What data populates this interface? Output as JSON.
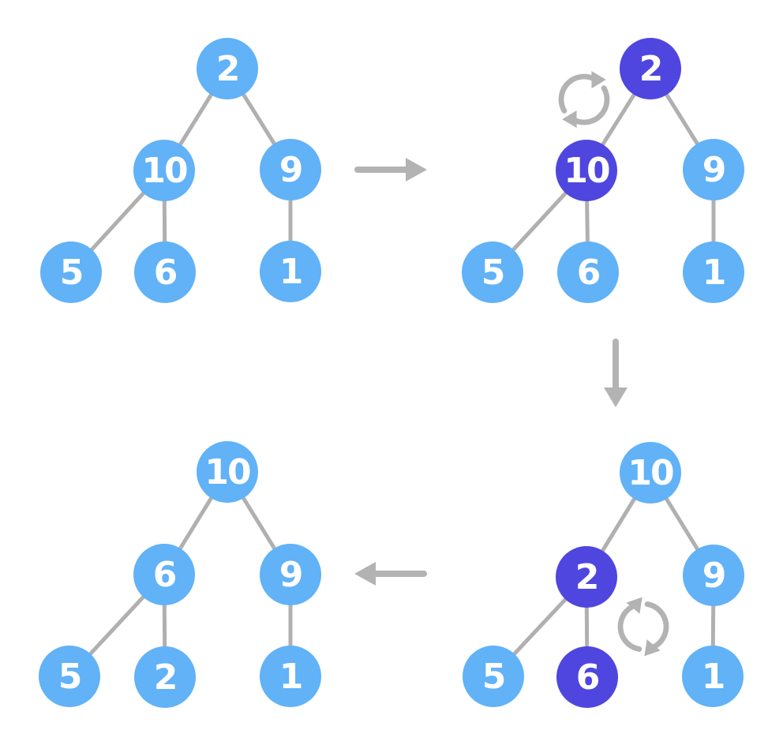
{
  "title": "Heapify swap steps diagram",
  "colors": {
    "background": "#ffffff",
    "node_normal": "#61b2f7",
    "node_highlight": "#4f46e0",
    "node_text": "#ffffff",
    "edge": "#b0b0b0",
    "arrow": "#b3b3b3"
  },
  "icons": {
    "swap": "cycle-swap-icon",
    "flow_right": "arrow-right-icon",
    "flow_down": "arrow-down-icon",
    "flow_left": "arrow-left-icon"
  },
  "trees": [
    {
      "name": "step-1-initial",
      "nodes": [
        {
          "value": "2",
          "variant": "normal"
        },
        {
          "value": "10",
          "variant": "normal"
        },
        {
          "value": "9",
          "variant": "normal"
        },
        {
          "value": "5",
          "variant": "normal"
        },
        {
          "value": "6",
          "variant": "normal"
        },
        {
          "value": "1",
          "variant": "normal"
        }
      ]
    },
    {
      "name": "step-2-swap-2-and-10",
      "nodes": [
        {
          "value": "2",
          "variant": "highlight"
        },
        {
          "value": "10",
          "variant": "highlight"
        },
        {
          "value": "9",
          "variant": "normal"
        },
        {
          "value": "5",
          "variant": "normal"
        },
        {
          "value": "6",
          "variant": "normal"
        },
        {
          "value": "1",
          "variant": "normal"
        }
      ]
    },
    {
      "name": "step-3-swap-2-and-6",
      "nodes": [
        {
          "value": "10",
          "variant": "normal"
        },
        {
          "value": "2",
          "variant": "highlight"
        },
        {
          "value": "9",
          "variant": "normal"
        },
        {
          "value": "5",
          "variant": "normal"
        },
        {
          "value": "6",
          "variant": "highlight"
        },
        {
          "value": "1",
          "variant": "normal"
        }
      ]
    },
    {
      "name": "step-4-final-heap",
      "nodes": [
        {
          "value": "10",
          "variant": "normal"
        },
        {
          "value": "6",
          "variant": "normal"
        },
        {
          "value": "9",
          "variant": "normal"
        },
        {
          "value": "5",
          "variant": "normal"
        },
        {
          "value": "2",
          "variant": "normal"
        },
        {
          "value": "1",
          "variant": "normal"
        }
      ]
    }
  ]
}
